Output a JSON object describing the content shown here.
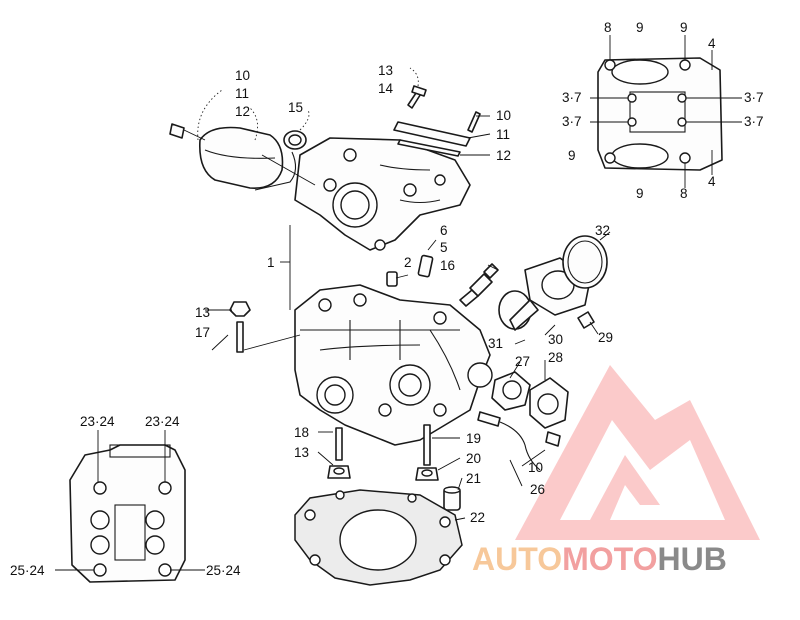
{
  "labels": {
    "l_10a": "10",
    "l_11a": "11",
    "l_12a": "12",
    "l_15": "15",
    "l_13a": "13",
    "l_14": "14",
    "l_10b": "10",
    "l_11b": "11",
    "l_12b": "12",
    "l_1": "1",
    "l_6": "6",
    "l_5": "5",
    "l_2": "2",
    "l_16": "16",
    "l_32": "32",
    "l_13b": "13",
    "l_17": "17",
    "l_31": "31",
    "l_30": "30",
    "l_29": "29",
    "l_27": "27",
    "l_28": "28",
    "l_18": "18",
    "l_13c": "13",
    "l_19": "19",
    "l_20": "20",
    "l_21": "21",
    "l_22": "22",
    "l_10c": "10",
    "l_26": "26",
    "l_2324a": "23·24",
    "l_2324b": "23·24",
    "l_2524a": "25·24",
    "l_2524b": "25·24",
    "l_8a": "8",
    "l_9a": "9",
    "l_9b": "9",
    "l_4a": "4",
    "l_37a": "3·7",
    "l_37b": "3·7",
    "l_37c": "3·7",
    "l_37d": "3·7",
    "l_9c": "9",
    "l_9d": "9",
    "l_8b": "8",
    "l_4b": "4"
  },
  "watermark": {
    "part1": "AUTO",
    "part2": "MOTO",
    "part3": "HUB",
    "color_auto": "#f7c89a",
    "color_moto": "#f2a0a0",
    "color_hub": "#8a8a8a",
    "color_logo": "#ee2b2b"
  }
}
